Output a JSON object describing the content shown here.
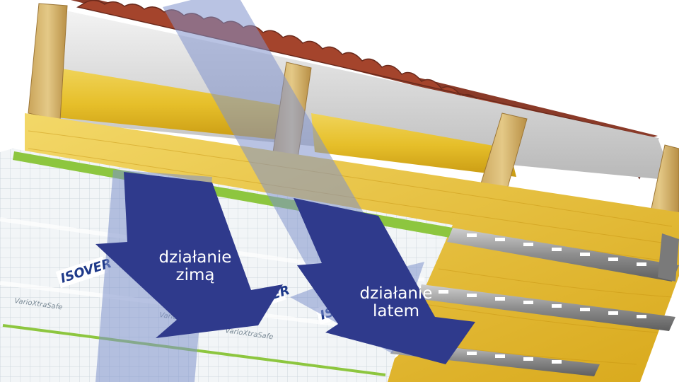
{
  "arrows": {
    "winter": {
      "line1": "działanie",
      "line2": "zimą"
    },
    "summer": {
      "line1": "działanie",
      "line2": "latem"
    }
  },
  "membrane": {
    "brand": "ISOVER",
    "product": "VarioXtraSafe"
  },
  "colors": {
    "arrow_solid": "#2f3a8c",
    "arrow_translucent": "#7f92cc",
    "insulation": "#e8c22e",
    "timber": "#d9b86a",
    "membrane_green": "#8dc63f",
    "rail": "#8e8e8e"
  }
}
